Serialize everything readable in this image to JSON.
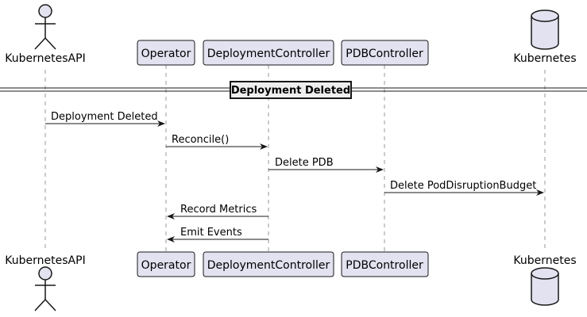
{
  "participants": [
    {
      "id": "kubernetesapi",
      "name": "KubernetesAPI",
      "kind": "actor"
    },
    {
      "id": "operator",
      "name": "Operator",
      "kind": "box"
    },
    {
      "id": "deploymentcontroller",
      "name": "DeploymentController",
      "kind": "box"
    },
    {
      "id": "pdbcontroller",
      "name": "PDBController",
      "kind": "box"
    },
    {
      "id": "kubernetes",
      "name": "Kubernetes",
      "kind": "database"
    }
  ],
  "divider": {
    "label": "Deployment Deleted"
  },
  "messages": [
    {
      "from": 0,
      "to": 1,
      "label": "Deployment Deleted"
    },
    {
      "from": 1,
      "to": 2,
      "label": "Reconcile()"
    },
    {
      "from": 2,
      "to": 3,
      "label": "Delete PDB"
    },
    {
      "from": 3,
      "to": 4,
      "label": "Delete PodDisruptionBudget"
    },
    {
      "from": 2,
      "to": 1,
      "label": "Record Metrics"
    },
    {
      "from": 2,
      "to": 1,
      "label": "Emit Events"
    }
  ],
  "colors": {
    "participant_fill": "#E2E2F0",
    "participant_border": "#181818",
    "lifeline": "#999999",
    "arrow": "#181818",
    "divider_fill": "#EEEEEE"
  }
}
